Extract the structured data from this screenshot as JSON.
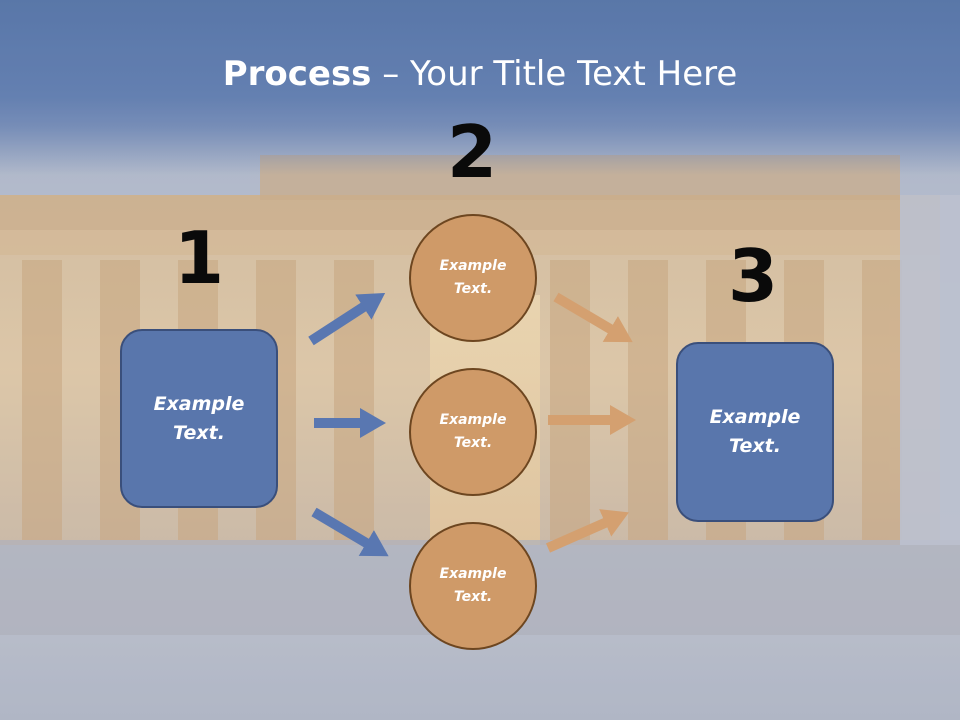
{
  "slide": {
    "title_bold": "Process",
    "title_rest": " – Your Title Text Here"
  },
  "steps": {
    "one": "1",
    "two": "2",
    "three": "3"
  },
  "boxes": {
    "left": "Example Text.",
    "right": "Example Text."
  },
  "circles": {
    "top": "Example Text.",
    "middle": "Example Text.",
    "bottom": "Example Text."
  },
  "colors": {
    "title_bar": "#4a6aa2",
    "box_fill": "#5976ac",
    "box_border": "#3a4f7b",
    "circle_fill": "#cf9a68",
    "circle_border": "#6d4620",
    "blue_arrow": "#5977b1",
    "orange_arrow": "#d4a070",
    "number_text": "#0a0a0a"
  }
}
